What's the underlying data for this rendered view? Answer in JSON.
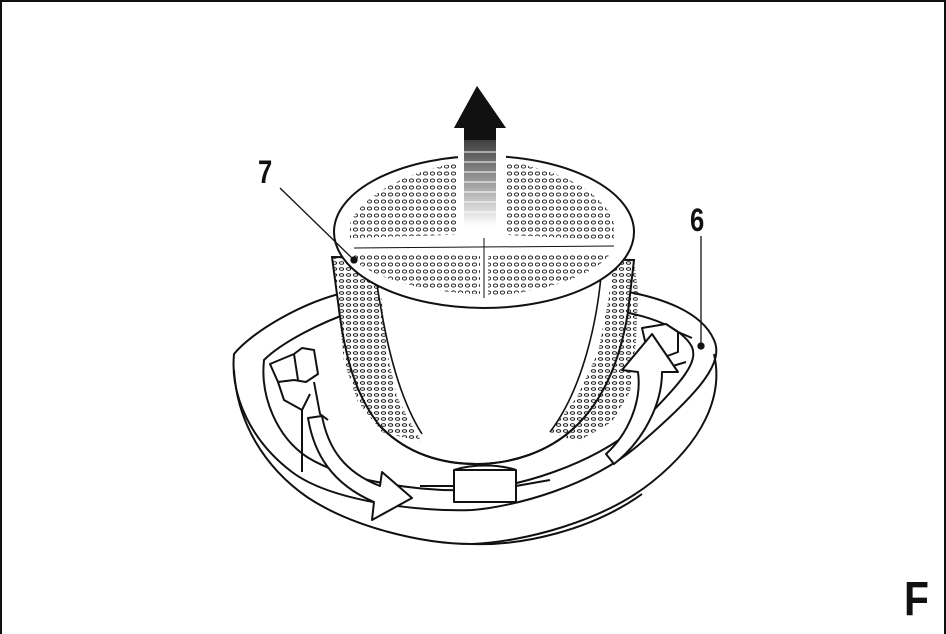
{
  "figure": {
    "letter": "F",
    "callouts": [
      {
        "id": "7",
        "text": "7"
      },
      {
        "id": "6",
        "text": "6"
      }
    ]
  },
  "colors": {
    "line": "#111111",
    "background": "#ffffff"
  }
}
